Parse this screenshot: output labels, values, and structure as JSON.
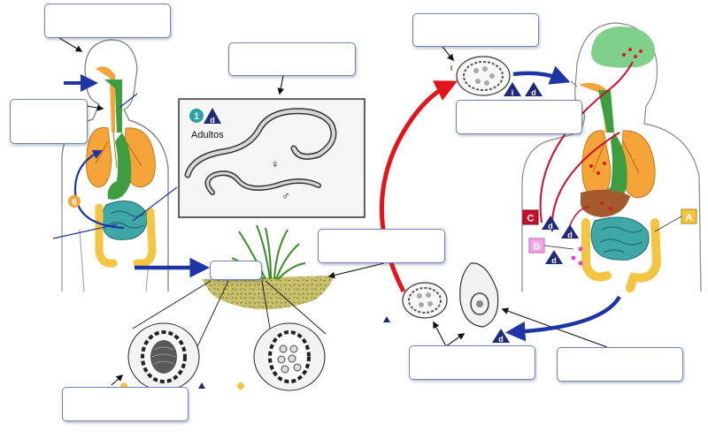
{
  "left_cycle": {
    "adult_stage_number": "1",
    "diagnostic_letter": "d",
    "adults_label": "Adultos",
    "female_symbol": "♀",
    "male_symbol": "♂",
    "step_number": "6"
  },
  "right_cycle": {
    "infective_letter": "i",
    "diagnostic_letter": "d",
    "site_labels": [
      "A",
      "B",
      "C"
    ],
    "stage_letters": [
      "d",
      "d",
      "d",
      "d"
    ]
  },
  "colors": {
    "box_border": "#6f86ad",
    "arrow_blue": "#1f35a6",
    "arrow_red": "#e3141b",
    "lungs": "#f5a43a",
    "intestine_teal": "#3fa7a6",
    "colon_yellow": "#f4c542",
    "stomach_green": "#3e9d3e",
    "brain_green": "#7fd08a",
    "label_A": "#f4c542",
    "label_B": "#f4a6e6",
    "label_C": "#c8102e"
  },
  "icons": [
    "blue-arrow",
    "red-arrow",
    "triangle-d-icon",
    "circle-number-icon"
  ]
}
